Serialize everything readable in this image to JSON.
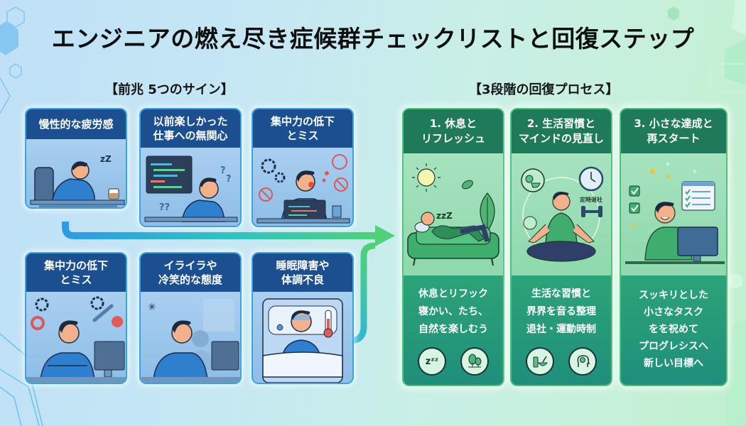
{
  "title": "エンジニアの燃え尽き症候群チェックリストと回復ステップ",
  "sections": {
    "signs_label": "【前兆 5つのサイン】",
    "recovery_label": "【3段階の回復プロセス】"
  },
  "signs": [
    {
      "title": "慢性的な疲労感",
      "illustration": "tired-at-desk-icon"
    },
    {
      "title": "以前楽しかった仕事への無関心",
      "title_lines": [
        "以前楽しかった",
        "仕事への無関心"
      ],
      "illustration": "confused-at-code-icon"
    },
    {
      "title": "集中力の低下とミス",
      "title_lines": [
        "集中力の低下",
        "とミス"
      ],
      "illustration": "distracted-at-laptop-icon"
    },
    {
      "title": "集中力の低下とミス",
      "title_lines": [
        "集中力の低下",
        "とミス"
      ],
      "illustration": "frustrated-arms-crossed-icon"
    },
    {
      "title": "イライラや冷笑的な態度",
      "title_lines": [
        "イライラや",
        "冷笑的な態度"
      ],
      "illustration": "irritated-arms-crossed-icon"
    },
    {
      "title": "睡眠障害や体調不良",
      "title_lines": [
        "睡眠障害や",
        "体調不良"
      ],
      "illustration": "sick-in-bed-icon"
    }
  ],
  "steps": [
    {
      "title_lines": [
        "1. 休息と",
        "リフレッシュ"
      ],
      "illustration": "resting-on-sofa-icon",
      "text_lines": [
        "休息とリフック",
        "寝かい、たち、",
        "自然を楽しむう"
      ],
      "icons": [
        "sleep-zzz-icon",
        "trees-icon"
      ]
    },
    {
      "title_lines": [
        "2. 生活習慣と",
        "マインドの見直し"
      ],
      "illustration": "meditation-icon",
      "illustration_caption": "定時退社",
      "text_lines": [
        "生活な習慣と",
        "界界を音る整理",
        "退社・運動時制"
      ],
      "icons": [
        "healthy-meal-icon",
        "mind-head-icon"
      ]
    },
    {
      "title_lines": [
        "3. 小さな達成と",
        "再スタート"
      ],
      "illustration": "checklist-success-icon",
      "text_lines": [
        "スッキリとした",
        "小さなタスク",
        "をを祝めて",
        "プログレシスへ",
        "新しい目標へ"
      ],
      "icons": []
    }
  ],
  "colors": {
    "sign_header": "#1b4f8f",
    "sign_border": "#3aa3e0",
    "step_header": "#1f7a5a",
    "step_body": "#2ca378",
    "arrow_start": "#2d9be8",
    "arrow_end": "#4fd17a"
  }
}
